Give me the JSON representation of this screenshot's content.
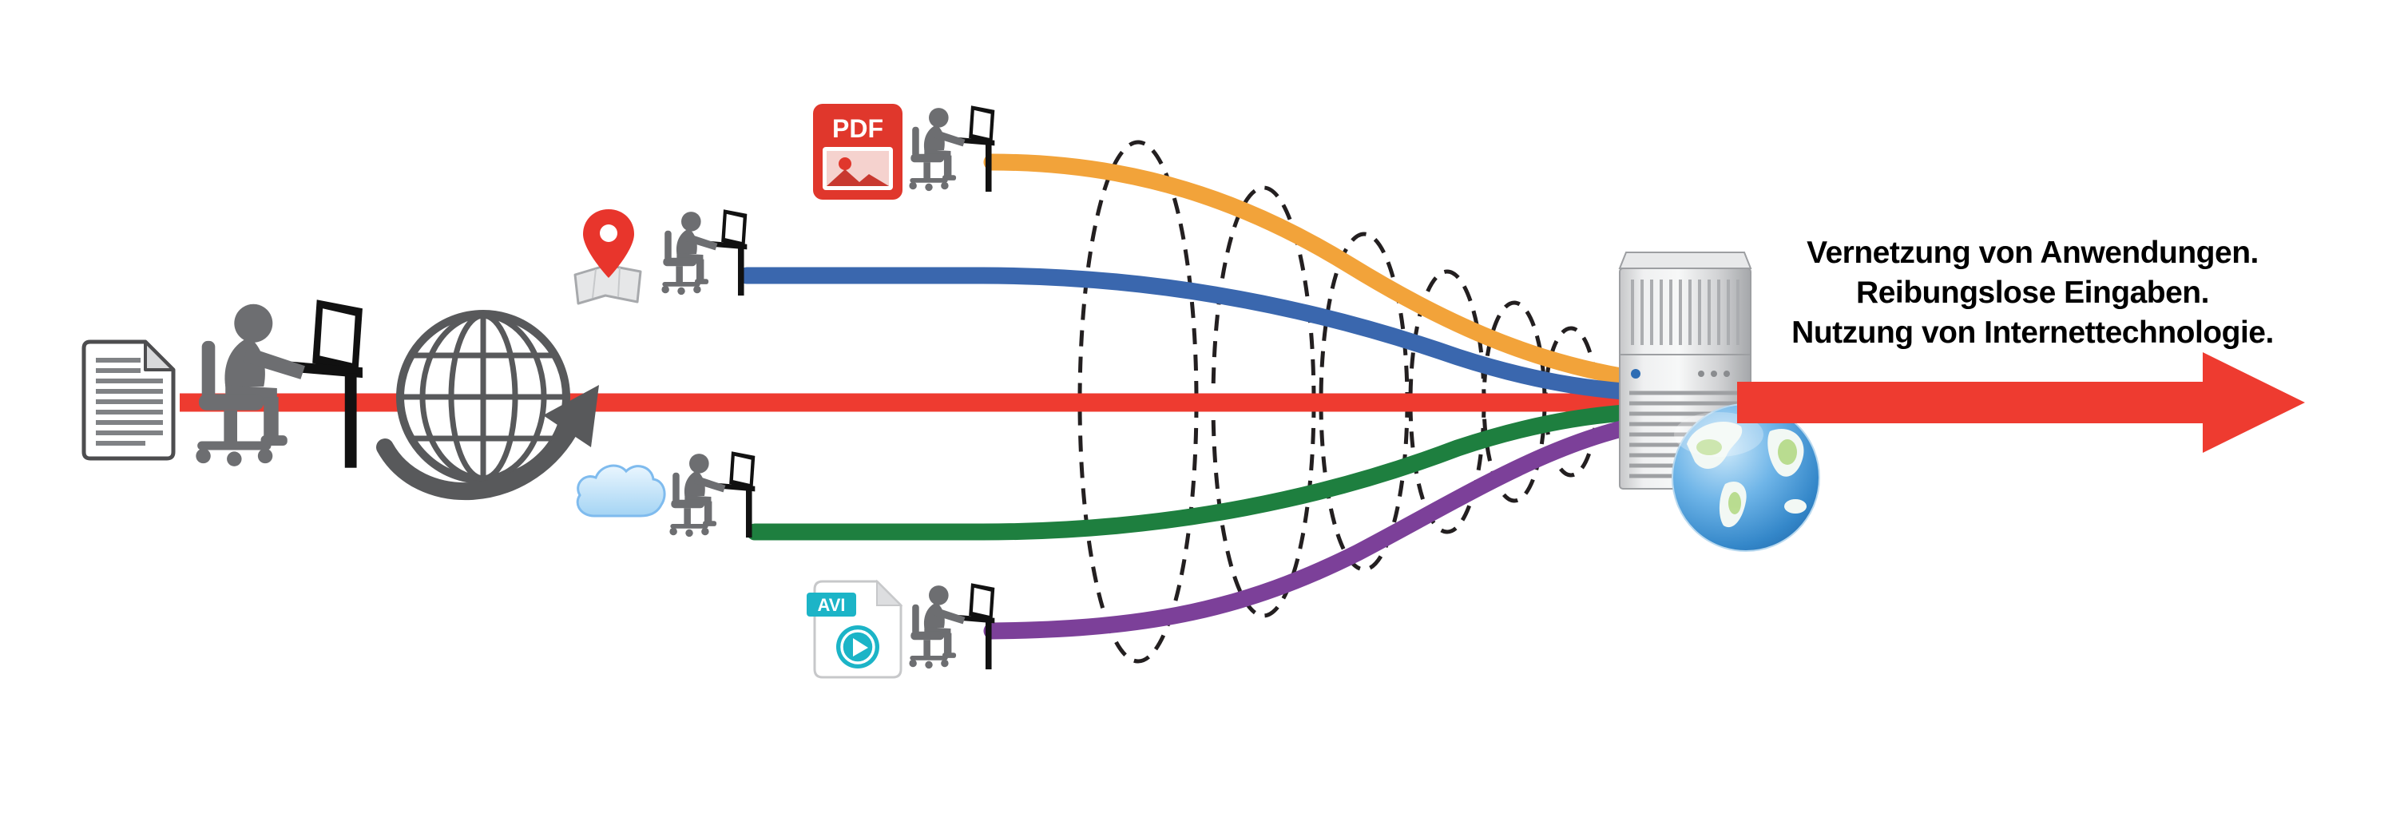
{
  "diagram": {
    "caption": {
      "line1": "Vernetzung von Anwendungen.",
      "line2": "Reibungslose Eingaben.",
      "line3": "Nutzung von Internettechnologie."
    },
    "labels": {
      "pdf": "PDF",
      "avi": "AVI"
    },
    "colors": {
      "red": "#EE3B30",
      "orange": "#F2A33A",
      "blue": "#3A67AE",
      "green": "#1E7F3F",
      "purple": "#7C4099",
      "dash": "#231F20",
      "person_gray": "#6D6E71",
      "globe_gray": "#58595B",
      "pdf_red": "#E0372C",
      "avi_teal": "#1CB4C7",
      "pin_red": "#E8352C",
      "cloud_blue": "#A4D4F4",
      "server_gray": "#C9CACB",
      "earth_blue": "#2E7FC2"
    }
  }
}
